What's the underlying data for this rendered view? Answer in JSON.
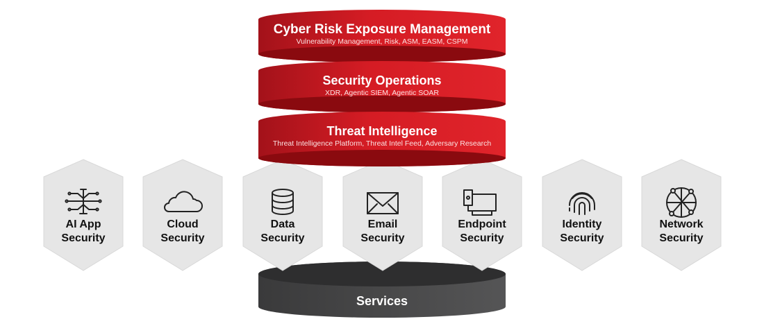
{
  "layers": [
    {
      "title": "Cyber Risk Exposure Management",
      "subtitle": "Vulnerability Management, Risk, ASM, EASM, CSPM"
    },
    {
      "title": "Security Operations",
      "subtitle": "XDR, Agentic SIEM, Agentic SOAR"
    },
    {
      "title": "Threat Intelligence",
      "subtitle": "Threat Intelligence Platform, Threat Intel Feed, Adversary Research"
    }
  ],
  "pillars": [
    {
      "line1": "AI App",
      "line2": "Security",
      "icon": "neural-circuit-icon"
    },
    {
      "line1": "Cloud",
      "line2": "Security",
      "icon": "cloud-icon"
    },
    {
      "line1": "Data",
      "line2": "Security",
      "icon": "database-icon"
    },
    {
      "line1": "Email",
      "line2": "Security",
      "icon": "envelope-icon"
    },
    {
      "line1": "Endpoint",
      "line2": "Security",
      "icon": "devices-icon"
    },
    {
      "line1": "Identity",
      "line2": "Security",
      "icon": "fingerprint-icon"
    },
    {
      "line1": "Network",
      "line2": "Security",
      "icon": "globe-network-icon"
    }
  ],
  "base": {
    "title": "Services"
  },
  "colors": {
    "red": "#d71920",
    "dark_red": "#8a0a0f",
    "shield": "#e6e6e6",
    "services": "#4a4a4b",
    "services_dark": "#2e2e2f"
  }
}
